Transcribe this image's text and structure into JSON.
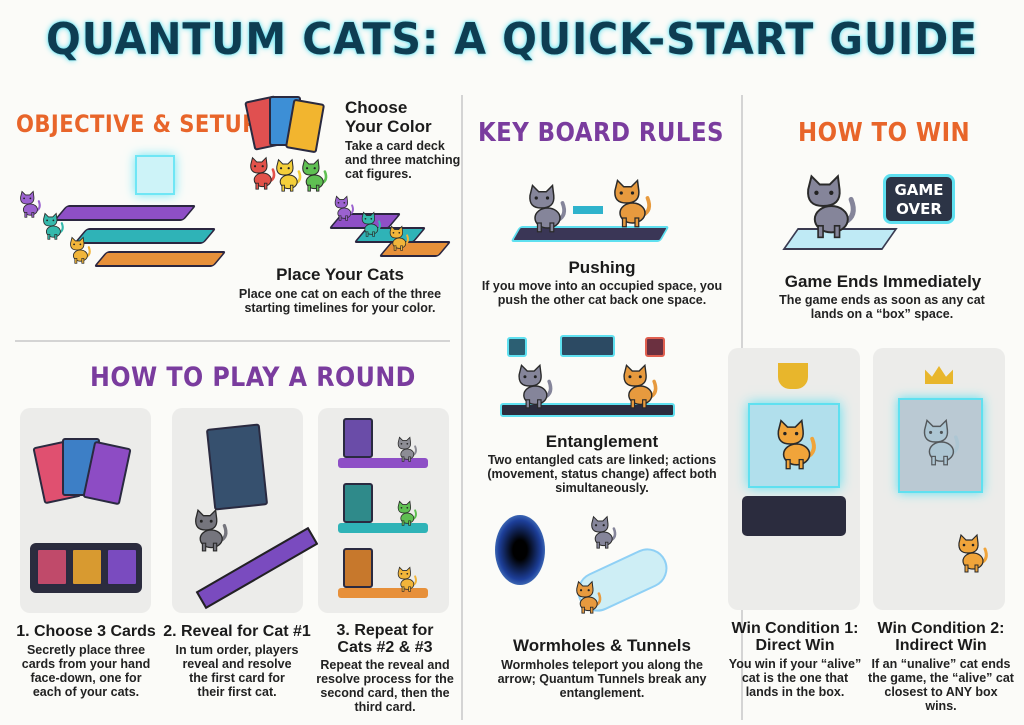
{
  "title": "QUANTUM CATS: A QUICK-START GUIDE",
  "setup": {
    "heading": "OBJECTIVE & SETUP",
    "choose_color": {
      "title_1": "Choose",
      "title_2": "Your Color",
      "desc": "Take a card deck and three matching cat figures."
    },
    "place_cats": {
      "title": "Place Your Cats",
      "desc": "Place one cat on each of the three starting timelines for your color."
    }
  },
  "round": {
    "heading": "HOW TO PLAY A ROUND",
    "steps": [
      {
        "title": "1. Choose 3 Cards",
        "desc": "Secretly place three cards from your hand face-down, one for each of your cats."
      },
      {
        "title": "2. Reveal for Cat #1",
        "desc": "In tum order, players reveal and resolve the first card for their first cat."
      },
      {
        "title": "3. Repeat for Cats #2 & #3",
        "desc": "Repeat the reveal and resolve process for the second card, then the third card."
      }
    ]
  },
  "rules": {
    "heading": "KEY BOARD RULES",
    "items": [
      {
        "title": "Pushing",
        "desc": "If you move into an occupied space, you push the other cat back one space."
      },
      {
        "title": "Entanglement",
        "desc": "Two entangled cats are linked; actions (movement, status change) affect both simultaneously."
      },
      {
        "title": "Wormholes & Tunnels",
        "desc": "Wormholes teleport you along the arrow; Quantum Tunnels break any entanglement."
      }
    ]
  },
  "win": {
    "heading": "HOW TO WIN",
    "game_over_bubble": "GAME OVER",
    "game_ends": {
      "title": "Game Ends Immediately",
      "desc": "The game ends as soon as any cat lands on a “box” space."
    },
    "conditions": [
      {
        "title": "Win Condition 1: Direct Win",
        "desc": "You win if your “alive” cat is the one that lands in the box."
      },
      {
        "title": "Win Condition 2: Indirect Win",
        "desc": "If an “unalive” cat ends the game, the “alive” cat closest to ANY box wins."
      }
    ]
  },
  "colors": {
    "orange": "#e8652a",
    "purple": "#7a3c9e",
    "title": "#0e3d52",
    "glow": "#5fe0f0"
  }
}
